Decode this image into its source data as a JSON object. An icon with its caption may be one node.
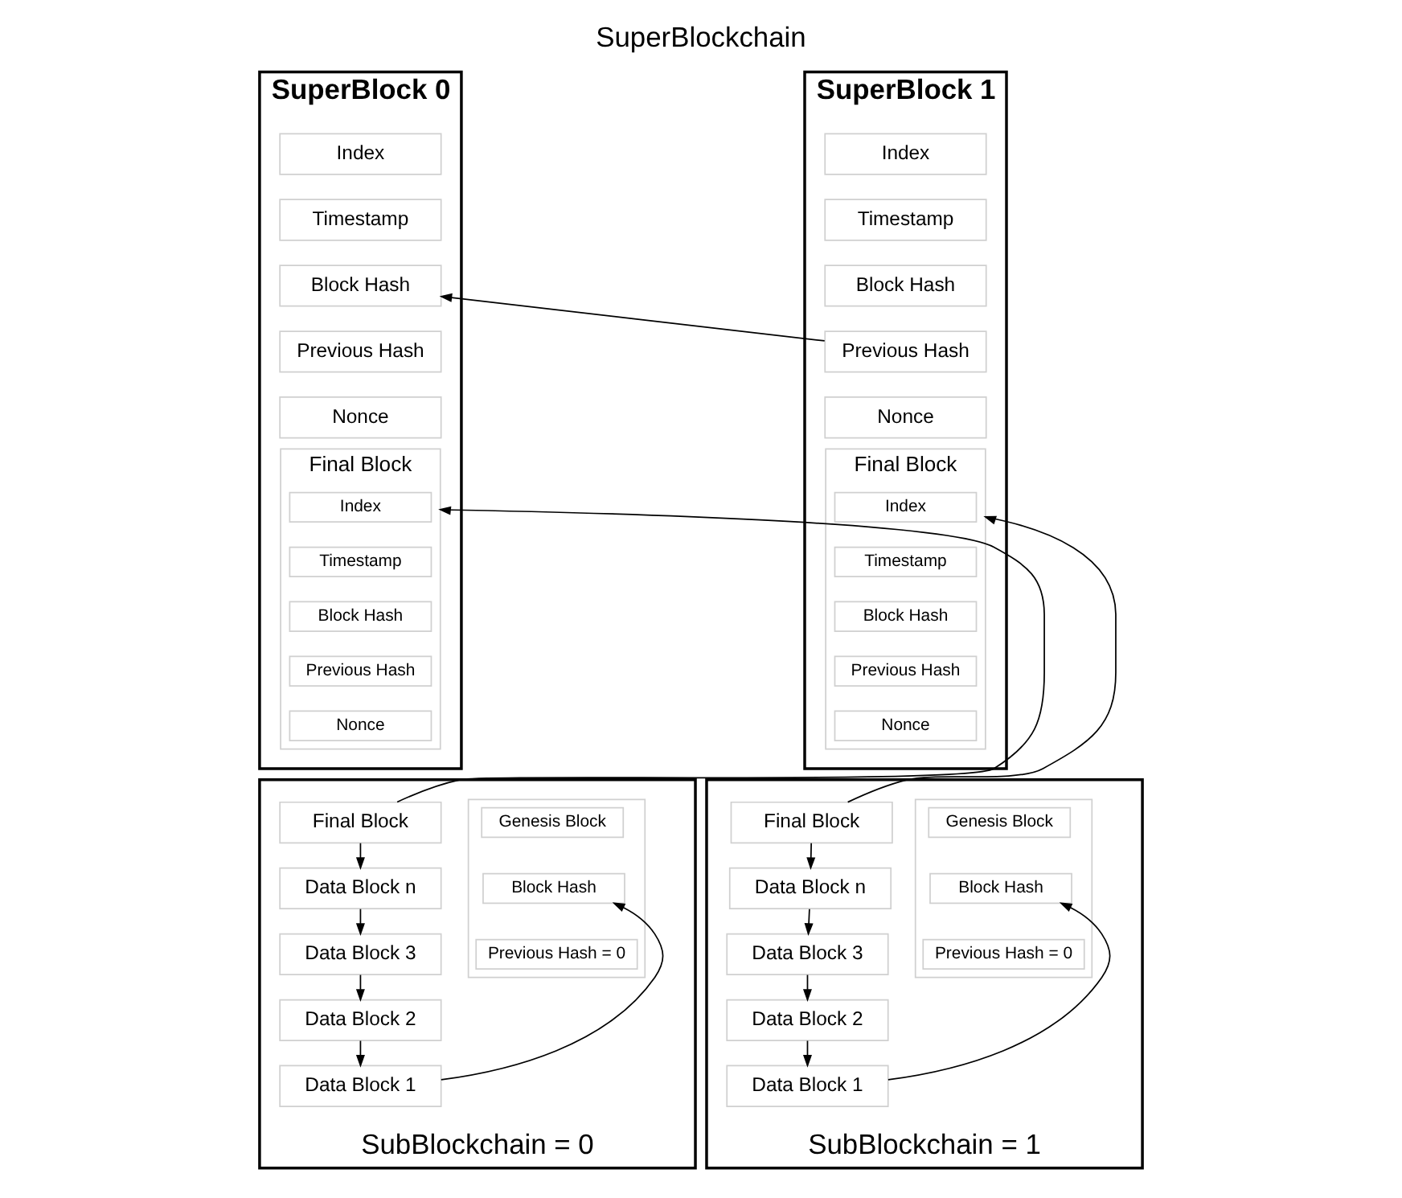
{
  "diagram": {
    "title": "SuperBlockchain",
    "nodes": [
      {
        "text": [
          "SuperBlock 0"
        ]
      },
      {
        "text": [
          "Index"
        ],
        "in": 0
      },
      {
        "text": [
          "Timestamp"
        ],
        "in": 0
      },
      {
        "text": [
          "Block Hash"
        ],
        "in": 0
      },
      {
        "text": [
          "Previous Hash"
        ],
        "in": 0
      },
      {
        "text": [
          "Nonce"
        ],
        "in": 0
      },
      {
        "text": [
          "Final Block"
        ],
        "in": 0
      },
      {
        "text": [
          "Index"
        ],
        "in": 6
      },
      {
        "text": [
          "Timestamp"
        ],
        "in": 6
      },
      {
        "text": [
          "Block Hash"
        ],
        "in": 6
      },
      {
        "text": [
          "Previous Hash"
        ],
        "in": 6
      },
      {
        "text": [
          "Nonce"
        ],
        "in": 6
      },
      {
        "text": [
          "SuperBlock 1"
        ]
      },
      {
        "text": [
          "Index"
        ],
        "in": 12
      },
      {
        "text": [
          "Timestamp"
        ],
        "in": 12
      },
      {
        "text": [
          "Block Hash"
        ],
        "in": 12
      },
      {
        "text": [
          "Previous Hash"
        ],
        "in": 12
      },
      {
        "text": [
          "Nonce"
        ],
        "in": 12
      },
      {
        "text": [
          "Final Block"
        ],
        "in": 12
      },
      {
        "text": [
          "Index"
        ],
        "in": 18
      },
      {
        "text": [
          "Timestamp"
        ],
        "in": 18
      },
      {
        "text": [
          "Block Hash"
        ],
        "in": 18
      },
      {
        "text": [
          "Previous Hash"
        ],
        "in": 18
      },
      {
        "text": [
          "Nonce"
        ],
        "in": 18
      },
      {
        "text": [
          "SubBlockchain = 0"
        ]
      },
      {
        "text": [],
        "shape": "box",
        "in": 24
      },
      {
        "text": [
          "Genesis Block"
        ],
        "in": 25
      },
      {
        "text": [
          "Block Hash"
        ],
        "in": 25
      },
      {
        "text": [
          "Previous Hash = 0"
        ],
        "in": 25
      },
      {
        "text": [
          "Final Block"
        ],
        "in": 24
      },
      {
        "text": [
          "Data Block n"
        ],
        "in": 24
      },
      {
        "text": [
          "Data Block 3"
        ],
        "in": 24
      },
      {
        "text": [
          "Data Block 2"
        ],
        "in": 24
      },
      {
        "text": [
          "Data Block 1"
        ],
        "in": 24
      },
      {
        "text": [
          "SubBlockchain = 1"
        ]
      },
      {
        "text": [],
        "shape": "box",
        "in": 34
      },
      {
        "text": [
          "Genesis Block"
        ],
        "in": 35
      },
      {
        "text": [
          "Block Hash"
        ],
        "in": 35
      },
      {
        "text": [
          "Previous Hash = 0"
        ],
        "in": 35
      },
      {
        "text": [
          "Final Block"
        ],
        "in": 34
      },
      {
        "text": [
          "Data Block n"
        ],
        "in": 34
      },
      {
        "text": [
          "Data Block 3"
        ],
        "in": 34
      },
      {
        "text": [
          "Data Block 2"
        ],
        "in": 34
      },
      {
        "text": [
          "Data Block 1"
        ],
        "in": 34
      }
    ],
    "edges": [
      {
        "from": 16,
        "to": 3,
        "arrow": "to"
      },
      {
        "from": 29,
        "to": 6,
        "arrow": "to"
      },
      {
        "from": 29,
        "to": 30,
        "arrow": "to"
      },
      {
        "from": 30,
        "to": 31,
        "arrow": "to"
      },
      {
        "from": 31,
        "to": 32,
        "arrow": "to"
      },
      {
        "from": 32,
        "to": 33,
        "arrow": "to"
      },
      {
        "from": 33,
        "to": 27,
        "arrow": "to"
      },
      {
        "from": 39,
        "to": 18,
        "arrow": "to"
      },
      {
        "from": 39,
        "to": 40,
        "arrow": "to"
      },
      {
        "from": 40,
        "to": 41,
        "arrow": "to"
      },
      {
        "from": 41,
        "to": 42,
        "arrow": "to"
      },
      {
        "from": 42,
        "to": 43,
        "arrow": "to"
      },
      {
        "from": 43,
        "to": 37,
        "arrow": "to"
      }
    ]
  }
}
